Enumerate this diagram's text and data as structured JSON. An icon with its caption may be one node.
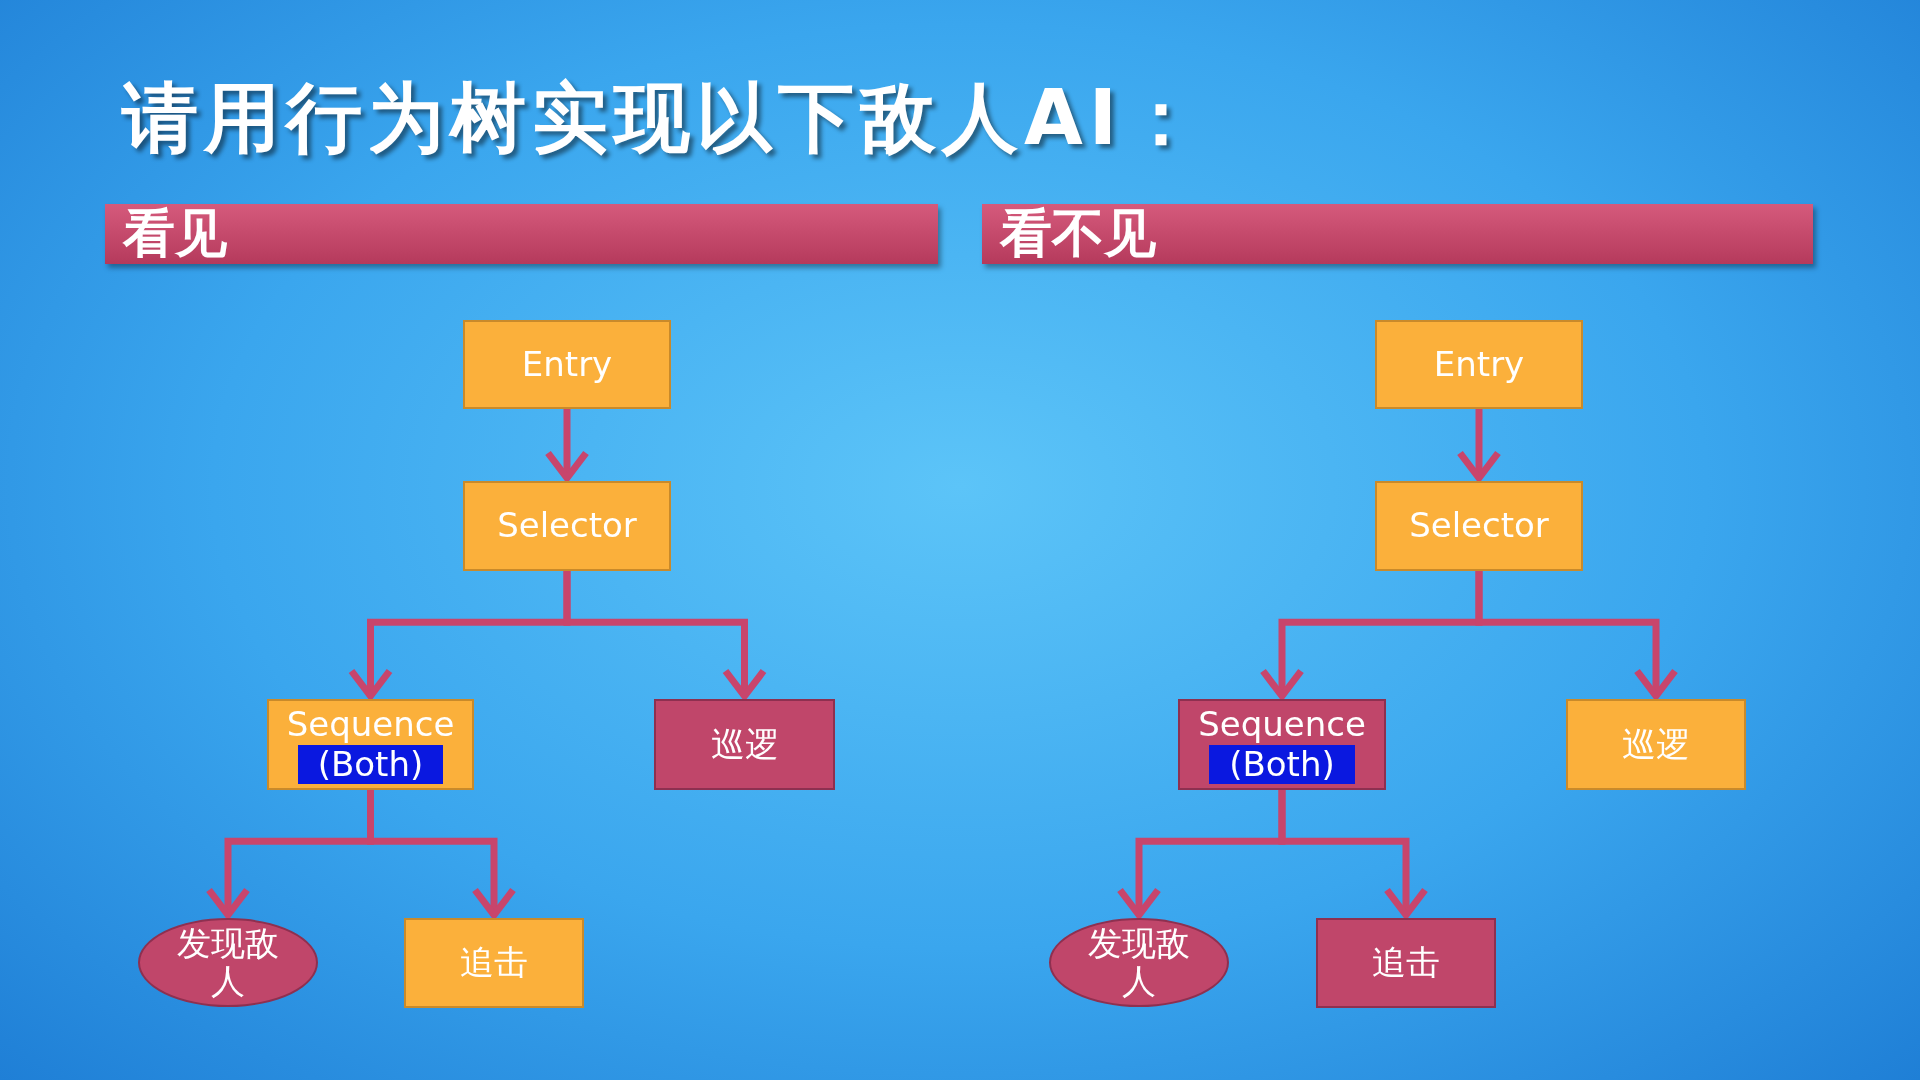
{
  "diagram": {
    "title": "请用行为树实现以下敌人AI：",
    "nodes": [
      {
        "text": [
          "看见"
        ]
      },
      {
        "text": [
          "看不见"
        ]
      },
      {
        "text": [
          "Entry"
        ]
      },
      {
        "text": [
          "Selector"
        ]
      },
      {
        "text": [
          "Sequence",
          "(Both)"
        ]
      },
      {
        "text": [
          "巡逻"
        ]
      },
      {
        "text": [
          "发现敌人"
        ]
      },
      {
        "text": [
          "追击"
        ]
      },
      {
        "text": [
          "Entry"
        ]
      },
      {
        "text": [
          "Selector"
        ]
      },
      {
        "text": [
          "Sequence",
          "(Both)"
        ]
      },
      {
        "text": [
          "巡逻"
        ]
      },
      {
        "text": [
          "发现敌人"
        ]
      },
      {
        "text": [
          "追击"
        ]
      }
    ],
    "edges": [
      {
        "from": 2,
        "to": 3,
        "arrow": "to"
      },
      {
        "from": 3,
        "to": 4,
        "arrow": "to"
      },
      {
        "from": 3,
        "to": 5,
        "arrow": "to"
      },
      {
        "from": 4,
        "to": 6,
        "arrow": "to"
      },
      {
        "from": 4,
        "to": 7,
        "arrow": "to"
      },
      {
        "from": 8,
        "to": 9,
        "arrow": "to"
      },
      {
        "from": 9,
        "to": 10,
        "arrow": "to"
      },
      {
        "from": 9,
        "to": 11,
        "arrow": "to"
      },
      {
        "from": 10,
        "to": 12,
        "arrow": "to"
      },
      {
        "from": 10,
        "to": 13,
        "arrow": "to"
      }
    ]
  }
}
